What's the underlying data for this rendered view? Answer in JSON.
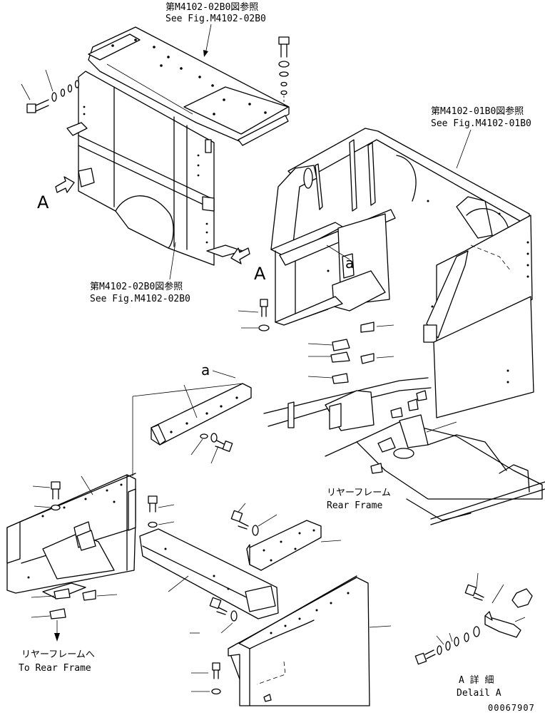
{
  "labels": {
    "ref_top_jp": "第M4102-02B0図参照",
    "ref_top_en": "See Fig.M4102-02B0",
    "ref_right_jp": "第M4102-01B0図参照",
    "ref_right_en": "See Fig.M4102-01B0",
    "ref_mid_jp": "第M4102-02B0図参照",
    "ref_mid_en": "See Fig.M4102-02B0",
    "rear_frame_jp": "リヤーフレーム",
    "rear_frame_en": "Rear Frame",
    "to_rear_frame_jp": "リヤーフレームへ",
    "to_rear_frame_en": "To Rear Frame",
    "detail_jp": "A 詳 細",
    "detail_en": "Delail A",
    "view_a_left": "A",
    "view_a_right": "A",
    "detail_a_mark": "a",
    "detail_a_ref": "a",
    "drawing_number": "00067907"
  }
}
